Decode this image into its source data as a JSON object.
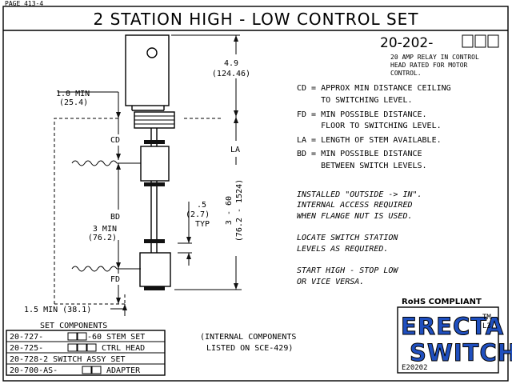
{
  "page_ref": "PAGE 413-4",
  "title": "2 STATION HIGH - LOW CONTROL SET",
  "part_number": "20-202-",
  "relay_note": [
    "20 AMP RELAY IN CONTROL",
    "HEAD RATED FOR MOTOR",
    "CONTROL."
  ],
  "definitions": [
    {
      "line1": "CD = APPROX MIN DISTANCE CEILING",
      "line2": "     TO SWITCHING LEVEL."
    },
    {
      "line1": "FD = MIN POSSIBLE DISTANCE.",
      "line2": "     FLOOR TO SWITCHING LEVEL."
    },
    {
      "line1": "LA = LENGTH OF STEM AVAILABLE.",
      "line2": ""
    },
    {
      "line1": "BD = MIN POSSIBLE DISTANCE",
      "line2": "     BETWEEN SWITCH LEVELS."
    }
  ],
  "notes": [
    [
      "INSTALLED \"OUTSIDE -> IN\".",
      "INTERNAL ACCESS REQUIRED",
      "WHEN FLANGE NUT IS USED."
    ],
    [
      "LOCATE SWITCH STATION",
      "LEVELS AS REQUIRED."
    ],
    [
      "START HIGH - STOP LOW",
      "OR VICE VERSA."
    ]
  ],
  "dimensions": {
    "head_height": "4.9",
    "head_height_mm": "(124.46)",
    "min_top": "1.0 MIN",
    "min_top_mm": "(25.4)",
    "cd": "CD",
    "la": "LA",
    "la_range": "3 - 60",
    "la_range_mm": "(76.2 - 1524)",
    "float_gap": ".5",
    "float_gap_mm": "(2.7)",
    "float_gap_typ": "TYP",
    "bd": "BD",
    "bd_min": "3 MIN",
    "bd_min_mm": "(76.2)",
    "fd": "FD",
    "bottom_min": "1.5 MIN (38.1)"
  },
  "set_components": {
    "heading": "SET COMPONENTS",
    "rows": [
      {
        "prefix": "20-727-",
        "suffix": "-60 STEM SET"
      },
      {
        "prefix": "20-725-",
        "suffix": " CTRL HEAD"
      },
      {
        "prefix": "20-728-2 SWITCH ASSY SET",
        "suffix": ""
      },
      {
        "prefix": "20-700-AS-",
        "suffix": " ADAPTER"
      }
    ]
  },
  "internal_note": [
    "(INTERNAL COMPONENTS",
    "LISTED ON SCE-429)"
  ],
  "rohs": "RoHS COMPLIANT",
  "logo": {
    "line1": "ERECTA",
    "line2": "SWITCH",
    "tm": "TM",
    "code": "L3",
    "part": "E20202"
  },
  "colors": {
    "logo_blue": "#1f4fbf",
    "line": "#000000",
    "paper": "#ffffff"
  }
}
